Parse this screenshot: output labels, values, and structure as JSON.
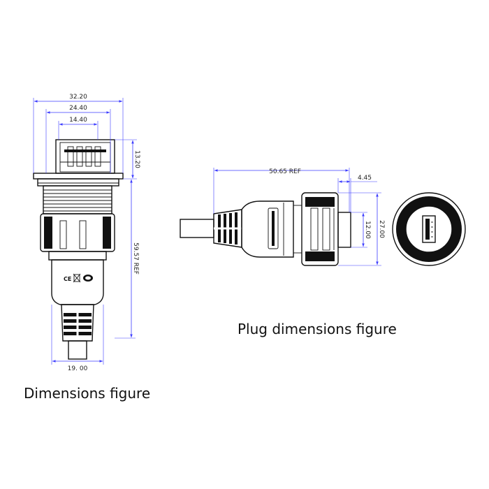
{
  "left_figure": {
    "caption": "Dimensions figure",
    "dims": {
      "overall_flange_width": "32.20",
      "housing_width": "24.40",
      "port_width": "14.40",
      "top_height": "13.20",
      "total_length": "59.57 REF",
      "cable_body_width": "19. 00"
    }
  },
  "right_figure": {
    "caption": "Plug dimensions figure",
    "dims": {
      "plug_length": "50.65 REF",
      "nut_offset": "4.45",
      "inner_height": "12.00",
      "nut_diameter": "27.00"
    }
  },
  "colors": {
    "dimension_line": "#3d3dff",
    "drawing_line": "#111111"
  },
  "icons": [
    "ce-mark-icon",
    "weee-bin-icon",
    "rohs-icon",
    "usb-a-port-icon"
  ]
}
